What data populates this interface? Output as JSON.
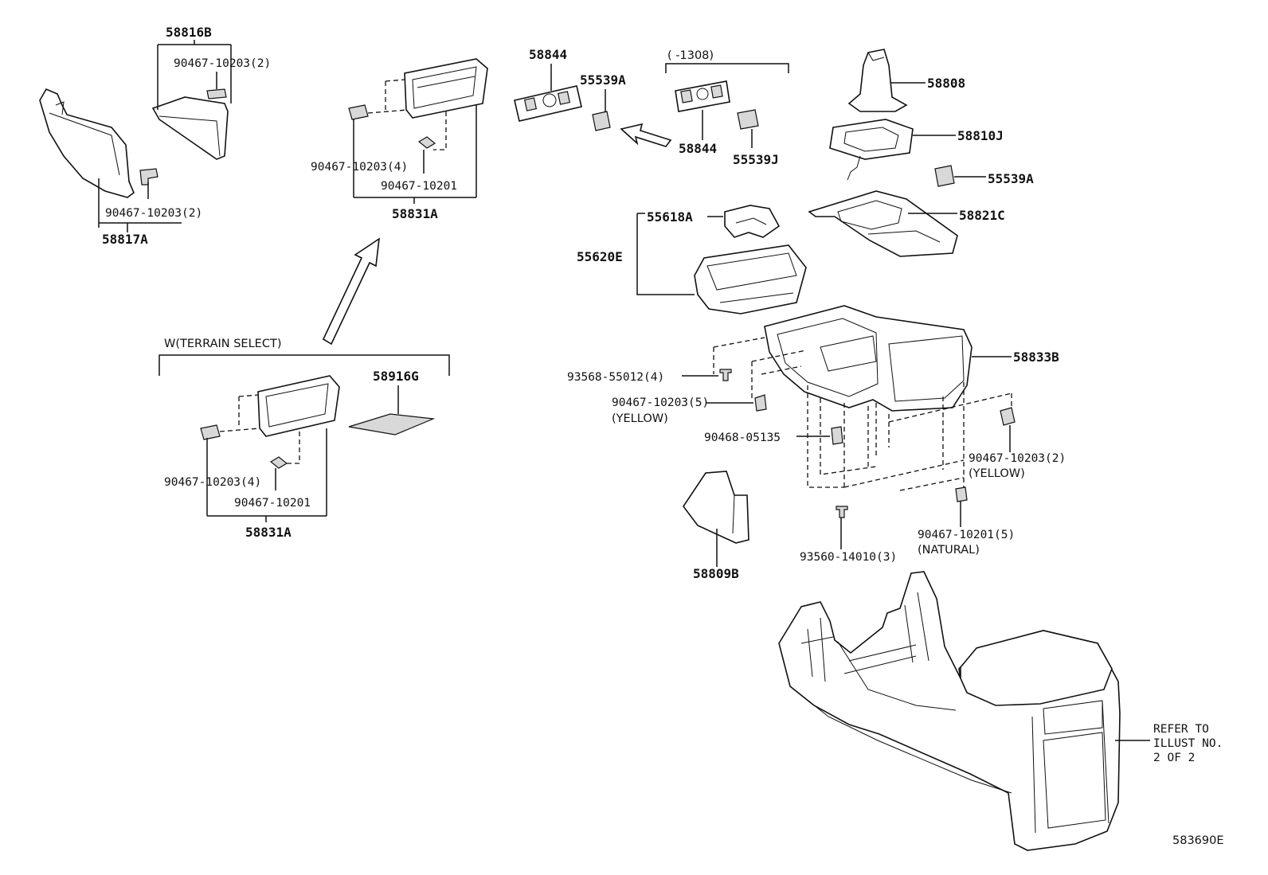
{
  "diagram_code": "583690E",
  "groups": {
    "upper_left": {
      "p58816B": "58816B",
      "p58816B_clip": "90467-10203(2)",
      "p58817A": "58817A",
      "p58817A_clip": "90467-10203(2)"
    },
    "switch_base_upper": {
      "clip_a": "90467-10203(4)",
      "clip_b": "90467-10201",
      "assembly": "58831A"
    },
    "terrain_select": {
      "title": "W(TERRAIN SELECT)",
      "clip_a": "90467-10203(4)",
      "clip_b": "90467-10201",
      "assembly": "58831A",
      "pad": "58916G"
    },
    "switch_panels": {
      "panel_a": "58844",
      "switch_a": "55539A",
      "range_note": "(      -1308)",
      "panel_b": "58844",
      "switch_b": "55539J"
    },
    "shift_area": {
      "boot": "58808",
      "bezel": "58810J",
      "switch": "55539A",
      "panel": "58821C",
      "insert": "55618A",
      "cup_holder": "55620E"
    },
    "box": {
      "box": "58833B",
      "screw": "93568-55012(4)",
      "clip_yellow": "90467-10203(5)",
      "clip_yellow_note": "(YELLOW)",
      "nut": "90468-05135",
      "clip_yellow_2": "90467-10203(2)",
      "clip_yellow_2_note": "(YELLOW)",
      "screw_2": "93560-14010(3)",
      "clip_natural": "90467-10201(5)",
      "clip_natural_note": "(NATURAL)",
      "cover": "58809B"
    },
    "reference": {
      "line1": "REFER TO",
      "line2": "ILLUST NO.",
      "line3": "2 OF 2"
    }
  }
}
